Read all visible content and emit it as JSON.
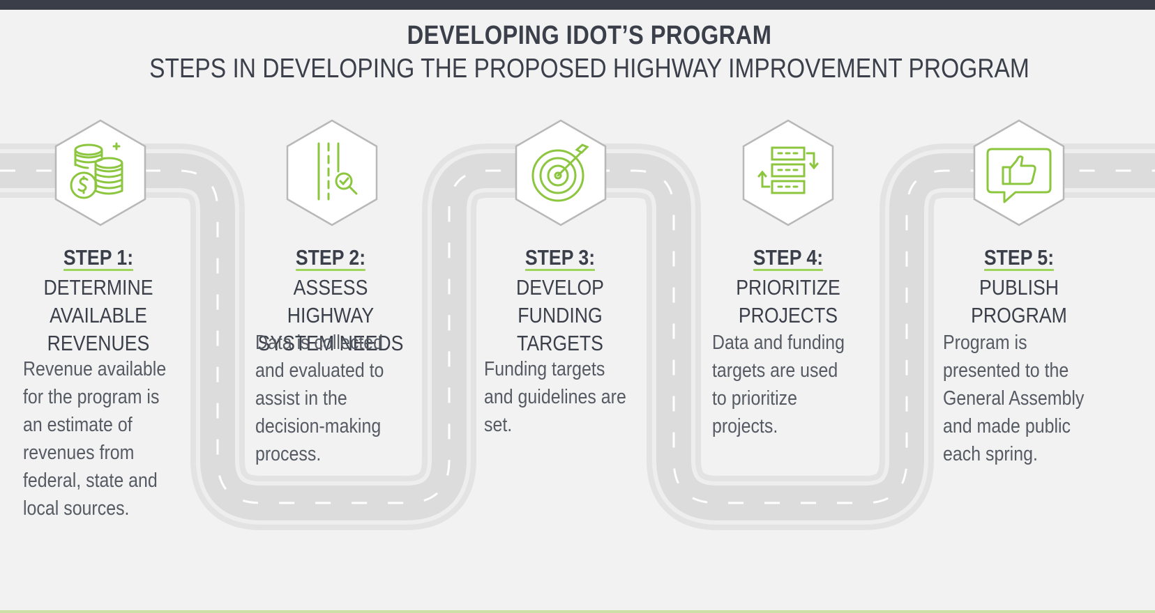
{
  "title": "DEVELOPING IDOT’S PROGRAM",
  "subtitle": "STEPS IN DEVELOPING THE PROPOSED HIGHWAY IMPROVEMENT PROGRAM",
  "colors": {
    "accent_green": "#8cc63f",
    "text_dark": "#3a3f4a",
    "road": "#e2e2e2",
    "background": "#f2f2f2",
    "top_bar": "#3a3e49"
  },
  "steps": [
    {
      "label": "STEP 1:",
      "title": "DETERMINE\nAVAILABLE\nREVENUES",
      "description": "Revenue available\nfor the program is\nan estimate of\nrevenues from\nfederal, state and\nlocal sources.",
      "icon": "coins-icon"
    },
    {
      "label": "STEP 2:",
      "title": "ASSESS HIGHWAY\nSYSTEM NEEDS",
      "description": "Data is collected\nand evaluated to\nassist in the\ndecision-making\nprocess.",
      "icon": "road-inspect-icon"
    },
    {
      "label": "STEP 3:",
      "title": "DEVELOP\nFUNDING\nTARGETS",
      "description": "Funding targets\nand guidelines are\nset.",
      "icon": "target-icon"
    },
    {
      "label": "STEP 4:",
      "title": "PRIORITIZE\nPROJECTS",
      "description": "Data and funding\ntargets are used\nto prioritize\nprojects.",
      "icon": "prioritize-list-icon"
    },
    {
      "label": "STEP 5:",
      "title": "PUBLISH\nPROGRAM",
      "description": "Program is\npresented to the\nGeneral Assembly\nand made public\neach spring.",
      "icon": "thumbs-up-chat-icon"
    }
  ]
}
